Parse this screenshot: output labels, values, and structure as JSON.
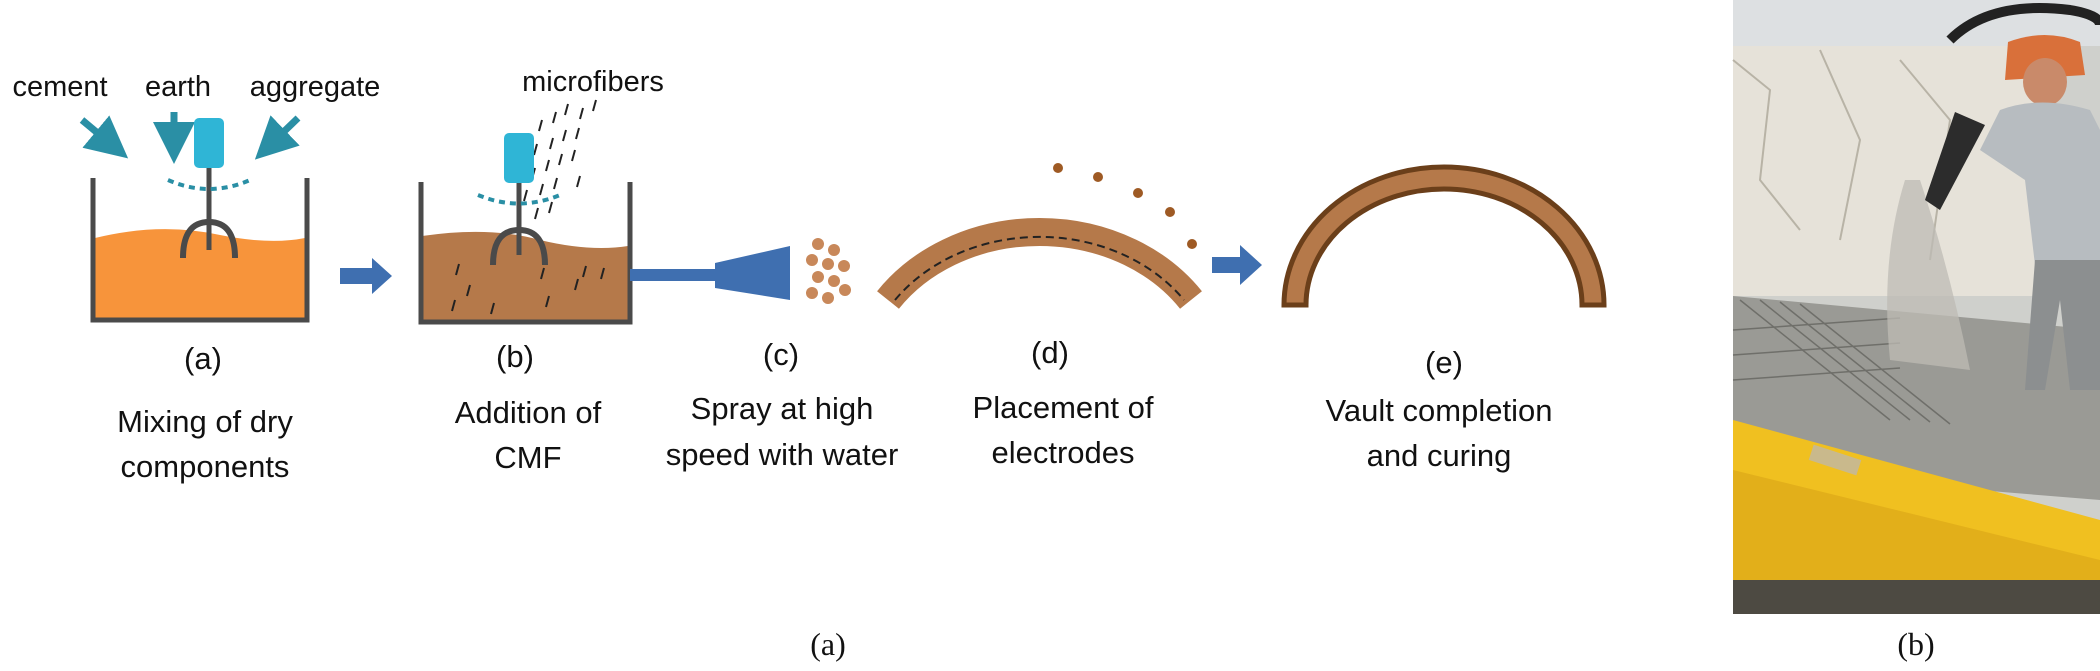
{
  "inputs": {
    "cement": "cement",
    "earth": "earth",
    "aggregate": "aggregate",
    "microfibers": "microfibers"
  },
  "steps": [
    {
      "letter": "(a)",
      "line1": "Mixing of dry",
      "line2": "components"
    },
    {
      "letter": "(b)",
      "line1": "Addition of",
      "line2": "CMF"
    },
    {
      "letter": "(c)",
      "line1": "Spray at high",
      "line2": "speed with water"
    },
    {
      "letter": "(d)",
      "line1": "Placement of",
      "line2": "electrodes"
    },
    {
      "letter": "(e)",
      "line1": "Vault completion",
      "line2": "and curing"
    }
  ],
  "panel_labels": {
    "left": "(a)",
    "right": "(b)"
  },
  "colors": {
    "arrow_blue": "#3f6fb0",
    "input_arrow": "#2a8fa5",
    "mixer_cyan": "#2fb5d6",
    "dry_mix_orange": "#f7943b",
    "wet_mix_brown": "#b5794a",
    "container": "#4a4a4a"
  }
}
